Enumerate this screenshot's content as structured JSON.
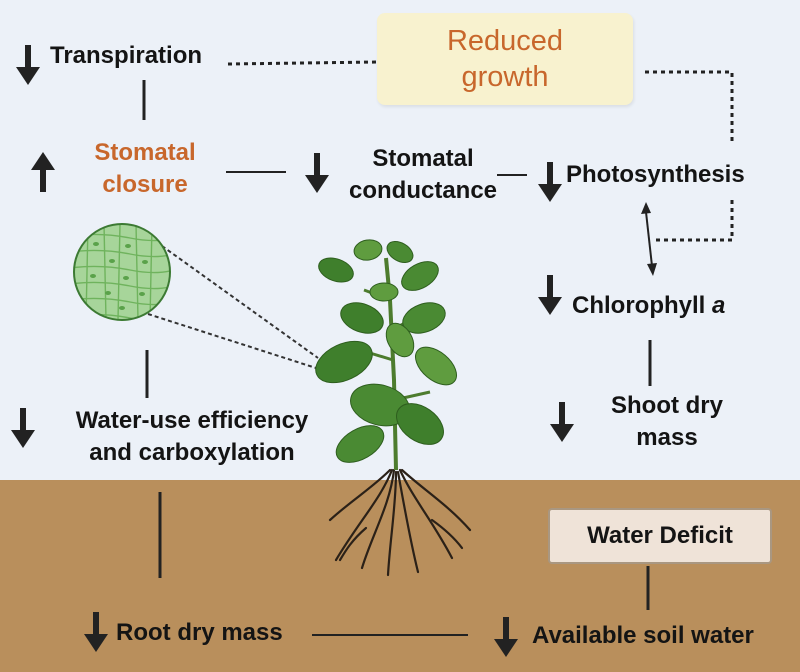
{
  "diagram": {
    "center_box": {
      "line1": "Reduced",
      "line2": "growth"
    },
    "labels": {
      "transpiration": "Transpiration",
      "stomatal_closure_1": "Stomatal",
      "stomatal_closure_2": "closure",
      "stomatal_conductance_1": "Stomatal",
      "stomatal_conductance_2": "conductance",
      "photosynthesis": "Photosynthesis",
      "chlorophyll": "Chlorophyll",
      "chlorophyll_suffix": "a",
      "shoot_dry_mass_1": "Shoot dry",
      "shoot_dry_mass_2": "mass",
      "wue_1": "Water-use efficiency",
      "wue_2": "and carboxylation",
      "root_dry_mass": "Root dry mass",
      "available_soil_water": "Available soil water",
      "water_deficit": "Water Deficit"
    },
    "indicators": {
      "transpiration": "down",
      "stomatal_closure": "up",
      "stomatal_conductance": "down",
      "photosynthesis": "down",
      "chlorophyll": "down",
      "shoot_dry_mass": "down",
      "wue": "down",
      "root_dry_mass": "down",
      "available_soil_water": "down"
    },
    "colors": {
      "sky": "#ecf1f8",
      "soil": "#b98f5c",
      "highlight_text": "#c8672c",
      "reduced_growth_box": "#f8f2cf",
      "water_deficit_box": "#efe3d8",
      "leaf": "#3f7f2c",
      "leaf_light": "#5f9c3f"
    }
  }
}
